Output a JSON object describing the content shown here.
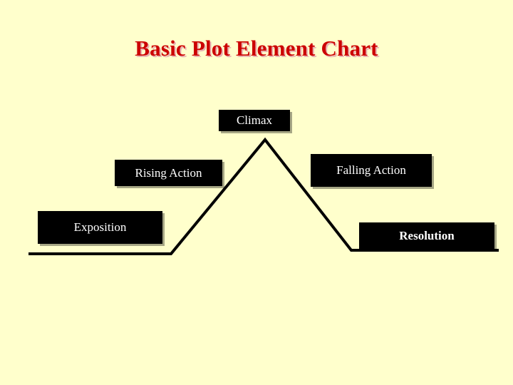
{
  "slide": {
    "background_color": "#ffffcc",
    "title": "Basic Plot Element Chart",
    "title_color": "#cc0000"
  },
  "diagram": {
    "type": "plot-arc",
    "label_box_color": "#000000",
    "label_text_color": "#ffffff",
    "line_color": "#000000",
    "labels": [
      {
        "id": "climax",
        "text": "Climax"
      },
      {
        "id": "rising-action",
        "text": "Rising Action"
      },
      {
        "id": "falling-action",
        "text": "Falling Action"
      },
      {
        "id": "exposition",
        "text": "Exposition"
      },
      {
        "id": "resolution",
        "text": "Resolution"
      }
    ]
  }
}
